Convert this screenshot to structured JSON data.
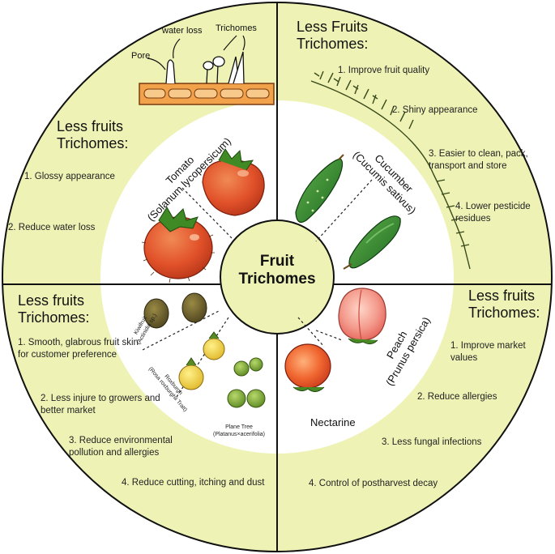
{
  "center": {
    "line1": "Fruit",
    "line2": "Trichomes"
  },
  "colors": {
    "ring": "#eef3b5",
    "inner": "#ffffff",
    "tomato": "#e2522a",
    "cucumber": "#2f8a2e",
    "peach": "#f06a60"
  },
  "top_left": {
    "diagram": {
      "water_loss": "water loss",
      "trichomes": "Trichomes",
      "pore": "Pore"
    },
    "heading_line1": "Less fruits",
    "heading_line2": "Trichomes:",
    "items": [
      "1. Glossy appearance",
      "2. Reduce water loss"
    ],
    "fruit_line1": "Tomato",
    "fruit_line2": "(Solanum lycopersicum)"
  },
  "top_right": {
    "heading_line1": "Less Fruits",
    "heading_line2": "Trichomes:",
    "items": [
      "1. Improve fruit quality",
      "2. Shiny appearance",
      "3. Easier to clean, pack, transport and store",
      "4. Lower pesticide residues"
    ],
    "fruit_line1": "Cucumber",
    "fruit_line2": "(Cucumis sativus)"
  },
  "bottom_left": {
    "heading_line1": "Less fruits",
    "heading_line2": "Trichomes:",
    "items": [
      "1. Smooth, glabrous fruit skin for customer preference",
      "2. Less injure to growers and better market",
      "3. Reduce environmental pollution and allergies",
      "4. Reduce cutting, itching and dust"
    ],
    "kiwi_line1": "Kiwifruit",
    "kiwi_line2": "(Actinidia sp.)",
    "rox_line1": "Roxburgh",
    "rox_line2": "(Rosa roxburghii Tratt)",
    "plane_line1": "Plane Tree",
    "plane_line2": "(Platanus×acerifolia)"
  },
  "bottom_right": {
    "heading_line1": "Less fruits",
    "heading_line2": "Trichomes:",
    "items": [
      "1. Improve market values",
      "2. Reduce allergies",
      "3. Less fungal infections",
      "4. Control of postharvest decay"
    ],
    "peach_line1": "Peach",
    "peach_line2": "(Prunus persica)",
    "nectarine": "Nectarine"
  }
}
